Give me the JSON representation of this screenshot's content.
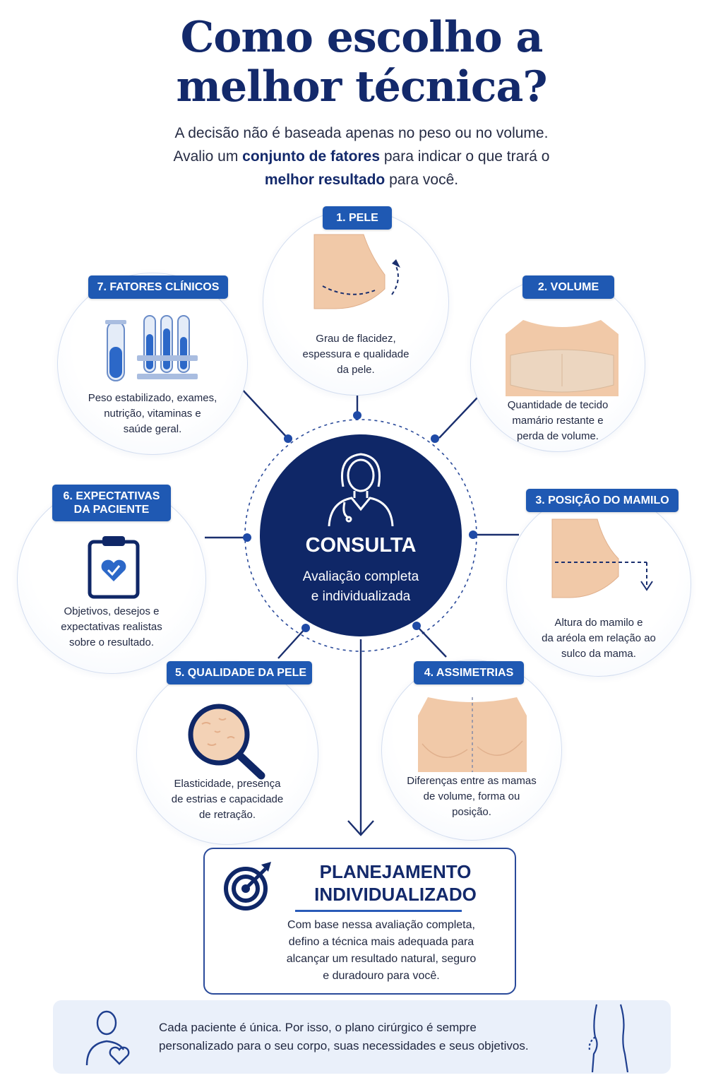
{
  "header": {
    "title_line1": "Como escolho a",
    "title_line2": "melhor técnica?",
    "subtitle_line1": "A decisão não é baseada apenas no peso ou no volume.",
    "subtitle_line2_a": "Avalio um ",
    "subtitle_line2_b": "conjunto de fatores",
    "subtitle_line2_c": " para indicar o que trará o",
    "subtitle_line3_a": "melhor resultado",
    "subtitle_line3_b": " para você."
  },
  "center": {
    "title": "CONSULTA",
    "sub_line1": "Avaliação completa",
    "sub_line2": "e individualizada",
    "icon": "doctor-icon"
  },
  "factors": [
    {
      "badge": "1. PELE",
      "desc": [
        "Grau de flacidez,",
        "espessura e qualidade",
        "da pele."
      ],
      "icon": "skin-illustration"
    },
    {
      "badge": "2. VOLUME",
      "desc": [
        "Quantidade de tecido",
        "mamário restante e",
        "perda de volume."
      ],
      "icon": "volume-illustration"
    },
    {
      "badge": "3. POSIÇÃO DO MAMILO",
      "desc": [
        "Altura do mamilo e",
        "da aréola em relação ao",
        "sulco da mama."
      ],
      "icon": "position-illustration"
    },
    {
      "badge": "4. ASSIMETRIAS",
      "desc": [
        "Diferenças entre as mamas",
        "de volume, forma ou",
        "posição."
      ],
      "icon": "asymmetry-illustration"
    },
    {
      "badge": "5. QUALIDADE DA PELE",
      "desc": [
        "Elasticidade, presença",
        "de estrias e capacidade",
        "de retração."
      ],
      "icon": "magnifier-icon"
    },
    {
      "badge_line1": "6. EXPECTATIVAS",
      "badge_line2": "DA PACIENTE",
      "desc": [
        "Objetivos, desejos e",
        "expectativas realistas",
        "sobre o resultado."
      ],
      "icon": "clipboard-heart-icon"
    },
    {
      "badge": "7. FATORES CLÍNICOS",
      "desc": [
        "Peso estabilizado, exames,",
        "nutrição, vitaminas e",
        "saúde geral."
      ],
      "icon": "test-tubes-icon"
    }
  ],
  "plan": {
    "title_line1": "PLANEJAMENTO",
    "title_line2": "INDIVIDUALIZADO",
    "text": [
      "Com base nessa avaliação completa,",
      "defino a técnica mais adequada para",
      "alcançar um resultado natural, seguro",
      "e duradouro para você."
    ],
    "icon": "target-arrow-icon"
  },
  "footer": {
    "line1": "Cada paciente é única. Por isso, o plano cirúrgico é sempre",
    "line2": "personalizado para o seu corpo, suas necessidades e seus objetivos.",
    "icon_left": "person-heart-icon",
    "icon_right": "body-silhouette-icon"
  },
  "colors": {
    "navy": "#0f2767",
    "badge_blue": "#1f59b3",
    "title_navy": "#13296b",
    "skin": "#f1c9a8",
    "bg_footer": "#eaf0fa"
  }
}
